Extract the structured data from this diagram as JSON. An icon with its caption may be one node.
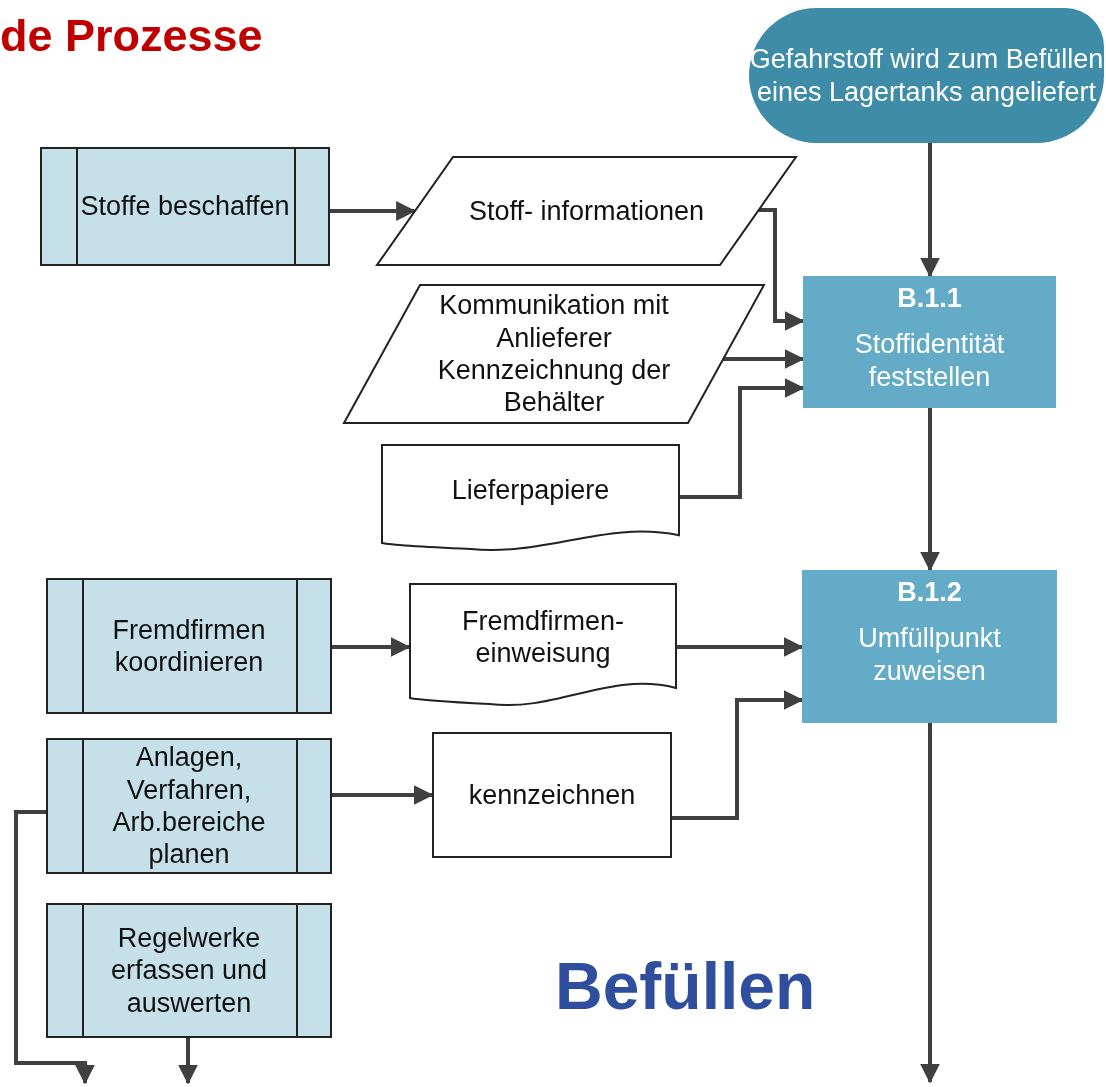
{
  "diagram": {
    "title": "de Prozesse",
    "nodes": [
      {
        "text": [
          "Gefahrstoff wird zum Befüllen eines Lagertanks angeliefert"
        ]
      },
      {
        "text": [
          "Stoffe beschaffen"
        ]
      },
      {
        "text": [
          "Stoff- informationen"
        ]
      },
      {
        "text": [
          "Kommunikation mit Anlieferer Kennzeichnung der Behälter"
        ]
      },
      {
        "text": [
          "B.1.1",
          "Stoffidentität feststellen"
        ]
      },
      {
        "text": [
          "Lieferpapiere"
        ]
      },
      {
        "text": [
          "Fremdfirmen koordinieren"
        ]
      },
      {
        "text": [
          "Fremdfirmen- einweisung"
        ]
      },
      {
        "text": [
          "B.1.2",
          "Umfüllpunkt zuweisen"
        ]
      },
      {
        "text": [
          "Anlagen, Verfahren, Arb.bereiche planen"
        ]
      },
      {
        "text": [
          "kennzeichnen"
        ]
      },
      {
        "text": [
          "Regelwerke erfassen und auswerten"
        ]
      }
    ],
    "edges": [
      {
        "from": 0,
        "to": 4,
        "arrow": "to"
      },
      {
        "from": 1,
        "to": 2,
        "arrow": "to"
      },
      {
        "from": 2,
        "to": 4,
        "arrow": "to"
      },
      {
        "from": 3,
        "to": 4,
        "arrow": "to"
      },
      {
        "from": 5,
        "to": 4,
        "arrow": "to"
      },
      {
        "from": 4,
        "to": 8,
        "arrow": "to"
      },
      {
        "from": 6,
        "to": 7,
        "arrow": "to"
      },
      {
        "from": 7,
        "to": 8,
        "arrow": "to"
      },
      {
        "from": 9,
        "to": 10,
        "arrow": "to"
      },
      {
        "from": 10,
        "to": 8,
        "arrow": "to"
      },
      {
        "from": 8,
        "to": null,
        "arrow": "to"
      },
      {
        "from": 9,
        "to": null,
        "arrow": "to"
      },
      {
        "from": 11,
        "to": null,
        "arrow": "to"
      }
    ],
    "labels": [
      "Befüllen"
    ]
  }
}
